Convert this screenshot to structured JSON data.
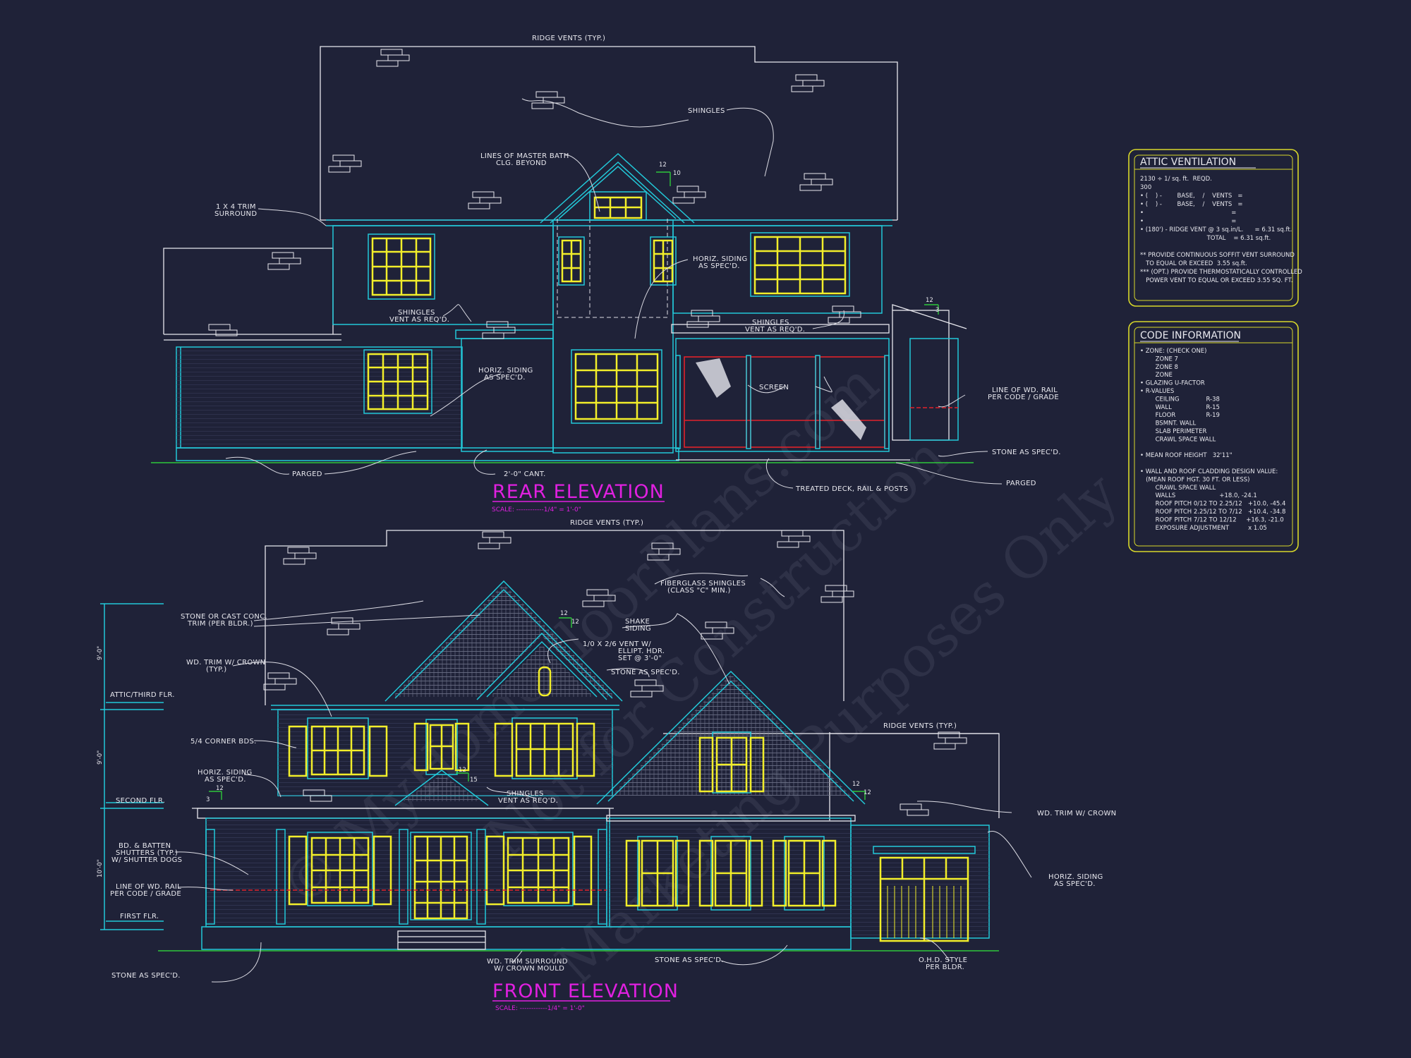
{
  "drawing": {
    "rear": {
      "title": "REAR ELEVATION",
      "scale": "SCALE: ------------1/4\" = 1'-0\"",
      "labels": {
        "ridge": "RIDGE VENTS (TYP.)",
        "shingles_top": "SHINGLES",
        "master_bath_1": "LINES OF MASTER BATH",
        "master_bath_2": "CLG. BEYOND",
        "trim_1": "1 X 4 TRIM",
        "trim_2": "SURROUND",
        "pitch_a": "12",
        "pitch_b": "10",
        "horiz_right_1": "HORIZ. SIDING",
        "horiz_right_2": "AS SPEC'D.",
        "shingles_vent_left_1": "SHINGLES",
        "shingles_vent_left_2": "VENT AS REQ'D.",
        "shingles_vent_right_1": "SHINGLES",
        "shingles_vent_right_2": "VENT AS REQ'D.",
        "pitch_c": "12",
        "pitch_d": "3",
        "horiz_mid_1": "HORIZ. SIDING",
        "horiz_mid_2": "AS SPEC'D.",
        "screen": "SCREEN",
        "rail_1": "LINE OF WD. RAIL",
        "rail_2": "PER CODE / GRADE",
        "stone": "STONE AS SPEC'D.",
        "parged_left": "PARGED",
        "cant": "2'-0\" CANT.",
        "deck": "TREATED DECK, RAIL & POSTS",
        "parged_right": "PARGED"
      }
    },
    "front": {
      "title": "FRONT ELEVATION",
      "scale": "SCALE: ------------1/4\" = 1'-0\"",
      "labels": {
        "ridge": "RIDGE VENTS (TYP.)",
        "fiberglass_1": "FIBERGLASS SHINGLES",
        "fiberglass_2": "(CLASS \"C\" MIN.)",
        "stone_trim_1": "STONE OR CAST CONC.",
        "stone_trim_2": "TRIM (PER BLDR.)",
        "shake_1": "SHAKE",
        "shake_2": "SIDING",
        "pitch_a": "12",
        "pitch_b": "12",
        "vent_1": "1/0 X 2/6 VENT W/",
        "vent_2": "ELLIPT. HDR.",
        "vent_3": "SET @ 3'-0\"",
        "stone_spec": "STONE AS SPEC'D.",
        "wd_trim_1": "WD. TRIM W/ CROWN",
        "wd_trim_2": "(TYP.)",
        "corner_bds": "5/4 CORNER BDS.",
        "horiz_left_1": "HORIZ. SIDING",
        "horiz_left_2": "AS SPEC'D.",
        "pitch_c": "12",
        "pitch_d": "3",
        "pitch_e": "12",
        "pitch_f": "15",
        "shingles_vent_1": "SHINGLES",
        "shingles_vent_2": "VENT AS REQ'D.",
        "ridge_right": "RIDGE VENTS (TYP.)",
        "pitch_g": "12",
        "pitch_h": "12",
        "wd_trim_right": "WD. TRIM W/ CROWN",
        "horiz_right_1": "HORIZ. SIDING",
        "horiz_right_2": "AS SPEC'D.",
        "batten_1": "BD. & BATTEN",
        "batten_2": "SHUTTERS (TYP.)",
        "batten_3": "W/ SHUTTER DOGS",
        "rail_1": "LINE OF WD. RAIL",
        "rail_2": "PER CODE / GRADE",
        "stone_bottom_left": "STONE AS SPEC'D.",
        "surround_1": "WD. TRIM SURROUND",
        "surround_2": "W/ CROWN MOULD",
        "stone_bottom_mid": "STONE AS SPEC'D.",
        "ohd_1": "O.H.D. STYLE",
        "ohd_2": "PER BLDR."
      },
      "levels": {
        "attic": "ATTIC/THIRD FLR.",
        "second": "SECOND FLR.",
        "first": "FIRST FLR.",
        "dim_top": "9'-0\"",
        "dim_mid": "9'-0\"",
        "dim_bottom": "10'-0\""
      }
    },
    "attic_box": {
      "title": "ATTIC VENTILATION",
      "lines": [
        "2130 ÷ 1/ sq. ft.  REQD.",
        "300",
        "• (    ) -        BASE,    /    VENTS   =",
        "• (    ) -        BASE,    /    VENTS   =",
        "•                                              =",
        "•                                              =",
        "• (180') - RIDGE VENT @ 3 sq.in/L.      = 6.31 sq.ft.",
        "                                   TOTAL    = 6.31 sq.ft.",
        "",
        "** PROVIDE CONTINUOUS SOFFIT VENT SURROUND",
        "   TO EQUAL OR EXCEED  3.55 sq.ft.",
        "*** (OPT.) PROVIDE THERMOSTATICALLY CONTROLLED",
        "   POWER VENT TO EQUAL OR EXCEED 3.55 SQ. FT."
      ]
    },
    "code_box": {
      "title": "CODE INFORMATION",
      "lines": [
        "• ZONE: (CHECK ONE)",
        "        ZONE 7",
        "        ZONE 8",
        "        ZONE",
        "• GLAZING U-FACTOR",
        "• R-VALUES",
        "        CEILING              R-38",
        "        WALL                  R-15",
        "        FLOOR                R-19",
        "        BSMNT. WALL",
        "        SLAB PERIMETER",
        "        CRAWL SPACE WALL",
        "",
        "• MEAN ROOF HEIGHT   32'11\"",
        "",
        "• WALL AND ROOF CLADDING DESIGN VALUE:",
        "   (MEAN ROOF HGT. 30 FT. OR LESS)",
        "        CRAWL SPACE WALL",
        "        WALLS                       +18.0, -24.1",
        "        ROOF PITCH 0/12 TO 2.25/12   +10.0, -45.4",
        "        ROOF PITCH 2.25/12 TO 7/12   +10.4, -34.8",
        "        ROOF PITCH 7/12 TO 12/12     +16.3, -21.0",
        "        EXPOSURE ADJUSTMENT          x 1.05"
      ]
    },
    "watermark": {
      "line1": "© MyHomeFloorPlans.com",
      "line2": "Not for Construction",
      "line3": "Marketing Purposes Only"
    }
  }
}
